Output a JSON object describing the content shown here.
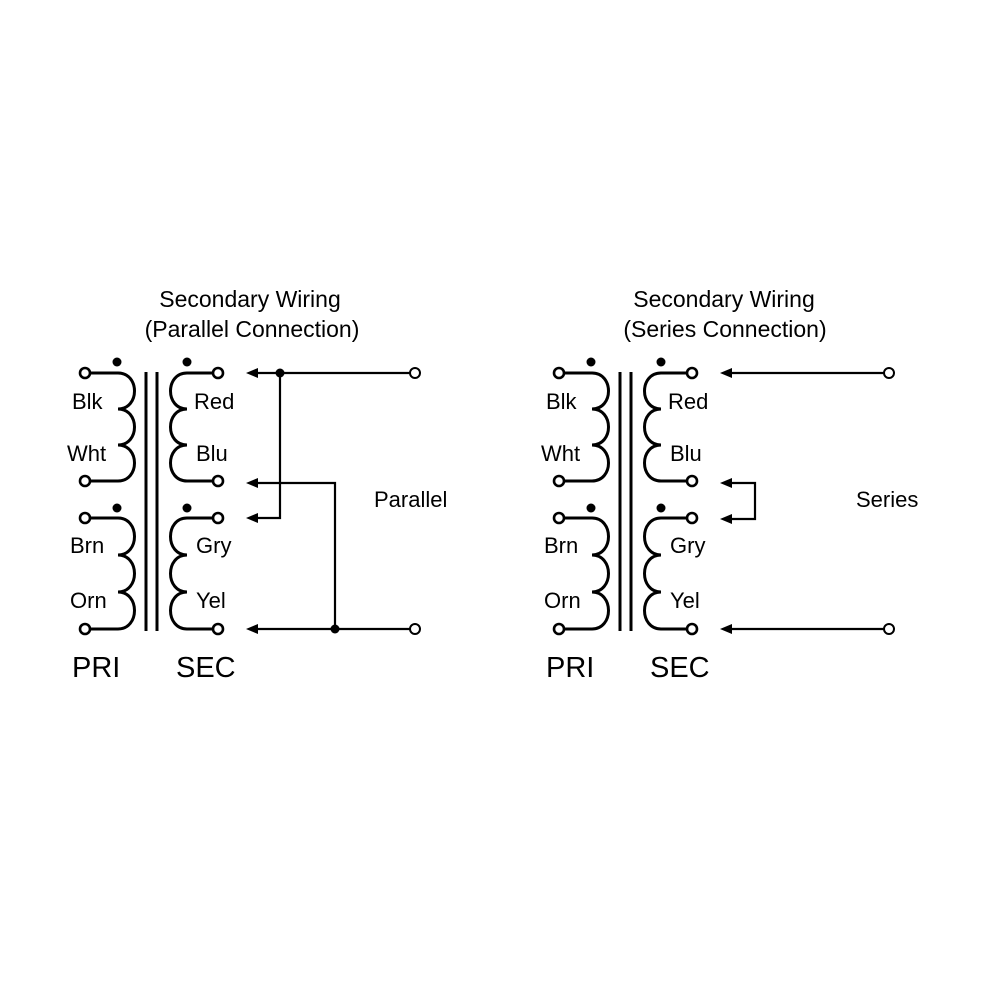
{
  "parallel_diagram": {
    "title_line1": "Secondary Wiring",
    "title_line2": "(Parallel Connection)",
    "connection_label": "Parallel",
    "primary_label": "PRI",
    "secondary_label": "SEC",
    "primary_wires": [
      "Blk",
      "Wht",
      "Brn",
      "Orn"
    ],
    "secondary_wires": [
      "Red",
      "Blu",
      "Gry",
      "Yel"
    ]
  },
  "series_diagram": {
    "title_line1": "Secondary Wiring",
    "title_line2": "(Series Connection)",
    "connection_label": "Series",
    "primary_label": "PRI",
    "secondary_label": "SEC",
    "primary_wires": [
      "Blk",
      "Wht",
      "Brn",
      "Orn"
    ],
    "secondary_wires": [
      "Red",
      "Blu",
      "Gry",
      "Yel"
    ]
  }
}
